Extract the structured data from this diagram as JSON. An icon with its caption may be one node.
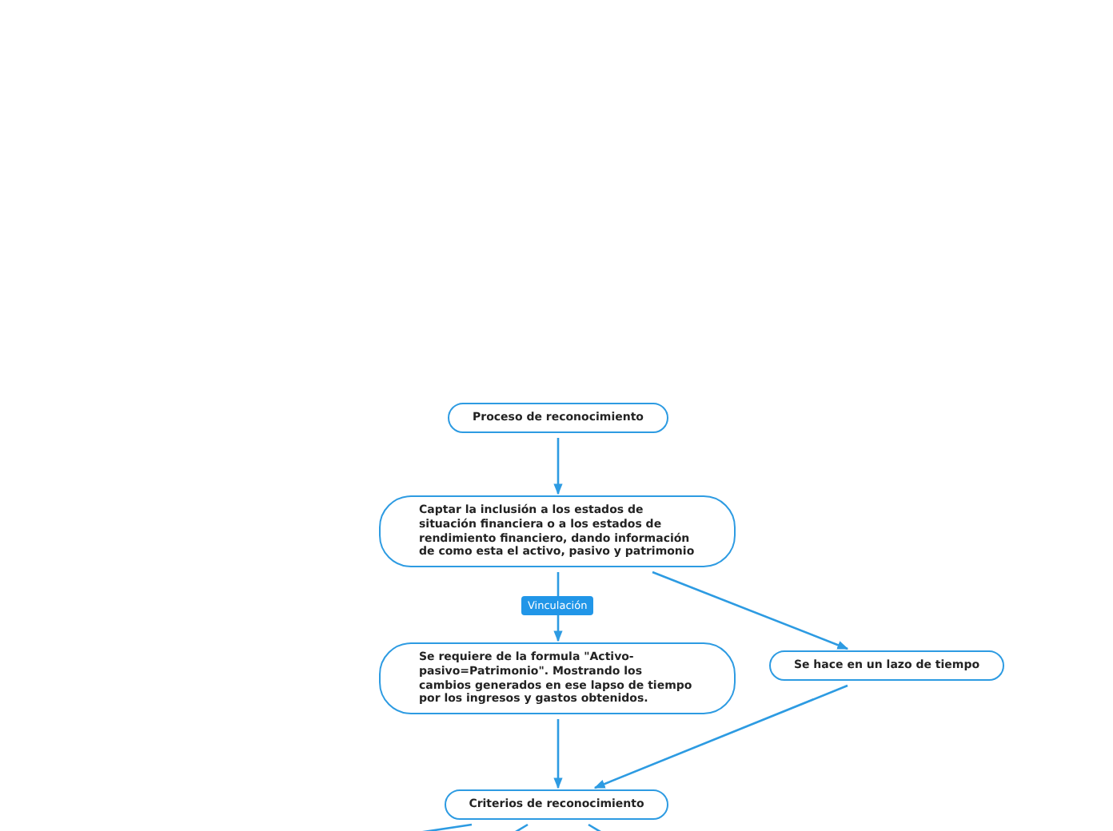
{
  "diagram": {
    "nodes": [
      {
        "text": [
          "Proceso de reconocimiento"
        ]
      },
      {
        "text": [
          "Captar la inclusión a los estados de situación financiera o a los estados de rendimiento financiero, dando información de como esta el activo, pasivo y patrimonio"
        ]
      },
      {
        "text": [
          "Se requiere de la formula \"Activo-pasivo=Patrimonio\". Mostrando los cambios generados en ese lapso de tiempo por los ingresos y gastos obtenidos."
        ]
      },
      {
        "text": [
          "Se hace en un lazo de tiempo"
        ]
      },
      {
        "text": [
          "Criterios de reconocimiento"
        ]
      }
    ],
    "edges": [
      {
        "from": 0,
        "to": 1,
        "arrow": "to"
      },
      {
        "from": 1,
        "to": 2,
        "arrow": "to",
        "label": "Vinculación"
      },
      {
        "from": 1,
        "to": 3,
        "arrow": "to"
      },
      {
        "from": 2,
        "to": 4,
        "arrow": "to"
      },
      {
        "from": 3,
        "to": 4,
        "arrow": "to"
      },
      {
        "from": 4,
        "to": null,
        "arrow": "none"
      },
      {
        "from": 4,
        "to": null,
        "arrow": "none"
      },
      {
        "from": 4,
        "to": null,
        "arrow": "none"
      }
    ]
  }
}
